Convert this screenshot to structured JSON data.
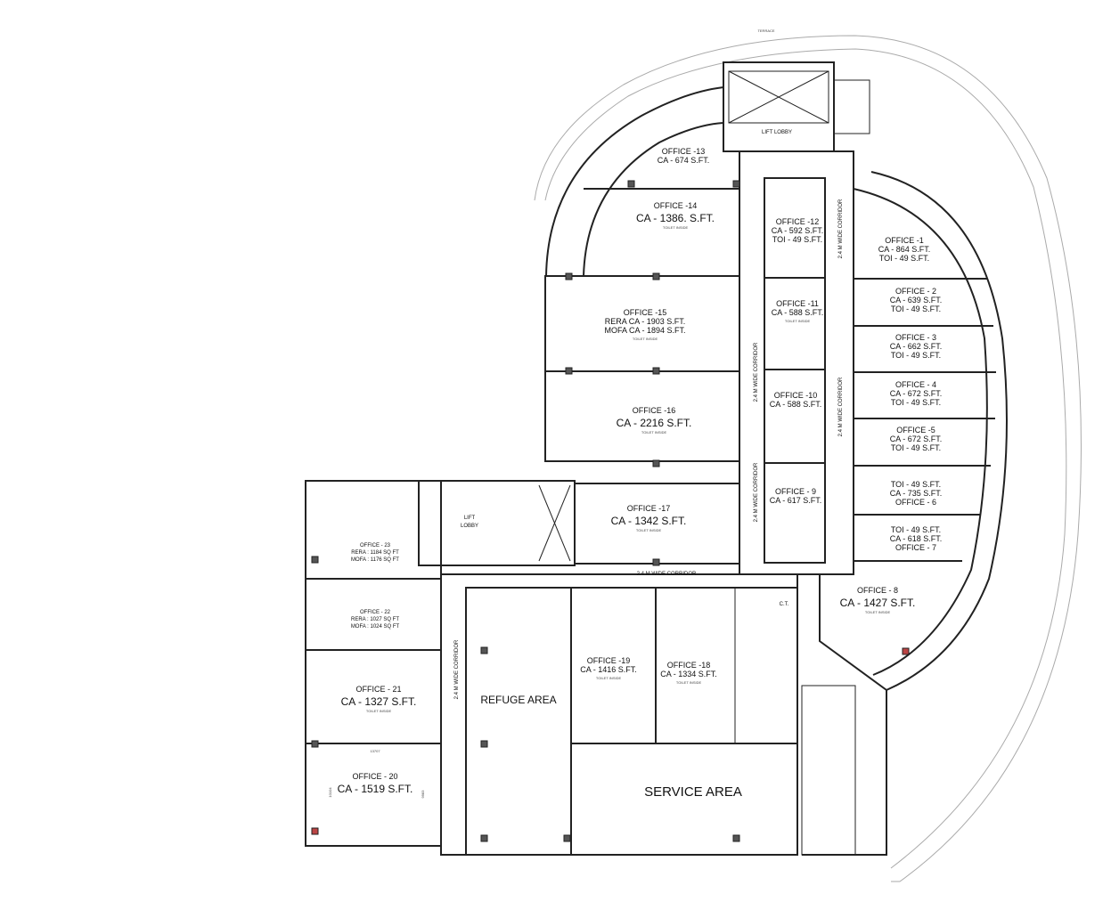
{
  "plan": {
    "terrace": "TERRACE",
    "corridors": [
      "2.4 M WIDE CORRIDOR",
      "2.4 M WIDE CORRIDOR",
      "2.4 M WIDE CORRIDOR",
      "2.4 M WIDE CORRIDOR",
      "2.4 M WIDE CORRIDOR"
    ],
    "lift_lobby_top": "LIFT LOBBY",
    "lift_lobby_left": [
      "LIFT",
      "LOBBY"
    ],
    "ct": "C.T.",
    "refuge": "REFUGE AREA",
    "service": "SERVICE AREA",
    "toilet_inside": "TOILET INSIDE",
    "dims": {
      "d1": "13707",
      "d2": "10104",
      "d3": "9983"
    },
    "offices": [
      {
        "name": "OFFICE -1",
        "lines": [
          "CA - 864 S.FT.",
          "TOI - 49 S.FT."
        ]
      },
      {
        "name": "OFFICE - 2",
        "lines": [
          "CA - 639 S.FT.",
          "TOI - 49 S.FT."
        ]
      },
      {
        "name": "OFFICE - 3",
        "lines": [
          "CA - 662 S.FT.",
          "TOI - 49 S.FT."
        ]
      },
      {
        "name": "OFFICE - 4",
        "lines": [
          "CA - 672 S.FT.",
          "TOI - 49 S.FT."
        ]
      },
      {
        "name": "OFFICE -5",
        "lines": [
          "CA - 672 S.FT.",
          "TOI - 49 S.FT."
        ]
      },
      {
        "name": "OFFICE - 6",
        "lines": [
          "TOI - 49 S.FT.",
          "CA - 735 S.FT."
        ]
      },
      {
        "name": "OFFICE - 7",
        "lines": [
          "TOI - 49 S.FT.",
          "CA - 618 S.FT."
        ]
      },
      {
        "name": "OFFICE - 8",
        "lines": [
          "CA - 1427 S.FT."
        ]
      },
      {
        "name": "OFFICE - 9",
        "lines": [
          "CA - 617 S.FT."
        ]
      },
      {
        "name": "OFFICE -10",
        "lines": [
          "CA - 588 S.FT."
        ]
      },
      {
        "name": "OFFICE -11",
        "lines": [
          "CA - 588 S.FT."
        ]
      },
      {
        "name": "OFFICE -12",
        "lines": [
          "CA - 592 S.FT.",
          "TOI - 49 S.FT."
        ]
      },
      {
        "name": "OFFICE -13",
        "lines": [
          "CA - 674 S.FT."
        ]
      },
      {
        "name": "OFFICE -14",
        "lines": [
          "CA - 1386. S.FT."
        ]
      },
      {
        "name": "OFFICE -15",
        "lines": [
          "RERA CA - 1903 S.FT.",
          "MOFA CA - 1894 S.FT."
        ]
      },
      {
        "name": "OFFICE -16",
        "lines": [
          "CA - 2216 S.FT."
        ]
      },
      {
        "name": "OFFICE -17",
        "lines": [
          "CA - 1342 S.FT."
        ]
      },
      {
        "name": "OFFICE -18",
        "lines": [
          "CA - 1334 S.FT."
        ]
      },
      {
        "name": "OFFICE -19",
        "lines": [
          "CA - 1416 S.FT."
        ]
      },
      {
        "name": "OFFICE - 20",
        "lines": [
          "CA - 1519 S.FT."
        ]
      },
      {
        "name": "OFFICE - 21",
        "lines": [
          "CA - 1327 S.FT."
        ]
      },
      {
        "name": "OFFICE - 22",
        "lines": [
          "RERA : 1027 SQ FT",
          "MOFA : 1024 SQ FT"
        ]
      },
      {
        "name": "OFFICE - 23",
        "lines": [
          "RERA : 1184 SQ FT",
          "MOFA : 1176 SQ FT"
        ]
      }
    ]
  }
}
